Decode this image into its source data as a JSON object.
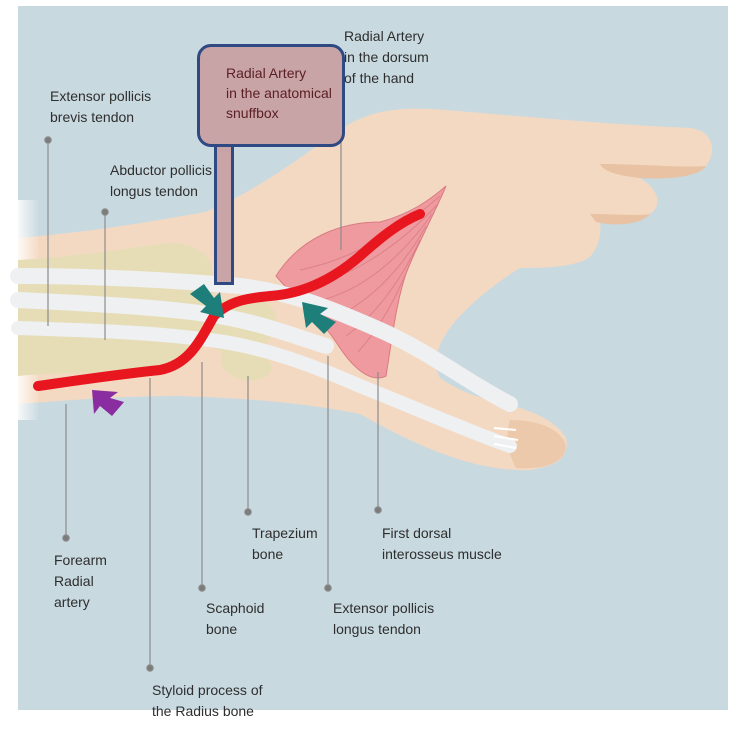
{
  "colors": {
    "background": "#c8d9e0",
    "skin": "#f4d9c2",
    "skin_shadow": "#e8c2a2",
    "bone": "#e6ddb6",
    "tendon": "#eef0f2",
    "artery": "#e8161e",
    "muscle": "#ef9a9f",
    "arrow_teal": "#1e7f7a",
    "arrow_purple": "#8a2da0",
    "callout_fill": "#c9a4a6",
    "callout_border": "#2f4a82",
    "leader": "#8c8c8c"
  },
  "icons": [
    "teal-arrow-icon",
    "teal-arrow-icon",
    "purple-arrow-icon"
  ],
  "labels": {
    "radial_artery_dorsum": "Radial Artery\nin the dorsum\nof the hand",
    "snuffbox_callout": "Radial Artery\nin the anatomical\nsnuffbox",
    "epb_tendon": "Extensor pollicis\nbrevis tendon",
    "apl_tendon": "Abductor pollicis\nlongus tendon",
    "trapezium": "Trapezium\nbone",
    "first_dorsal_interosseus": "First dorsal\ninterosseus muscle",
    "forearm_radial_artery": "Forearm\nRadial\nartery",
    "scaphoid": "Scaphoid\nbone",
    "epl_tendon": "Extensor pollicis\nlongus tendon",
    "styloid": "Styloid process of\nthe Radius bone"
  }
}
